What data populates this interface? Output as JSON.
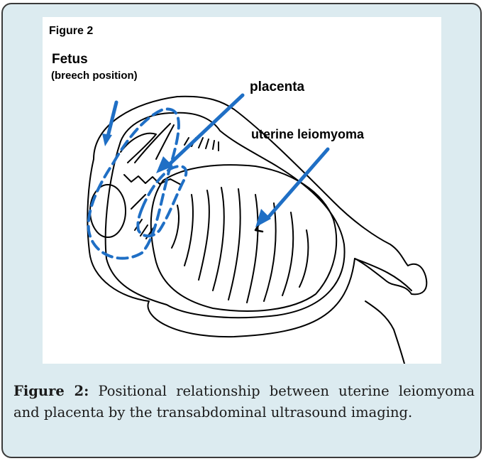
{
  "figure": {
    "panel_title": "Figure 2",
    "labels": {
      "fetus": "Fetus",
      "fetus_position": "(breech position)",
      "placenta": "placenta",
      "leiomyoma": "uterine leiomyoma"
    },
    "colors": {
      "annotation": "#1f6fc5",
      "outline": "#000000",
      "frame_bg": "#dcebf0"
    }
  },
  "caption": {
    "label": "Figure 2:",
    "text": "Positional relationship between uterine leiomyoma and placenta by the transabdominal ultrasound imaging."
  }
}
